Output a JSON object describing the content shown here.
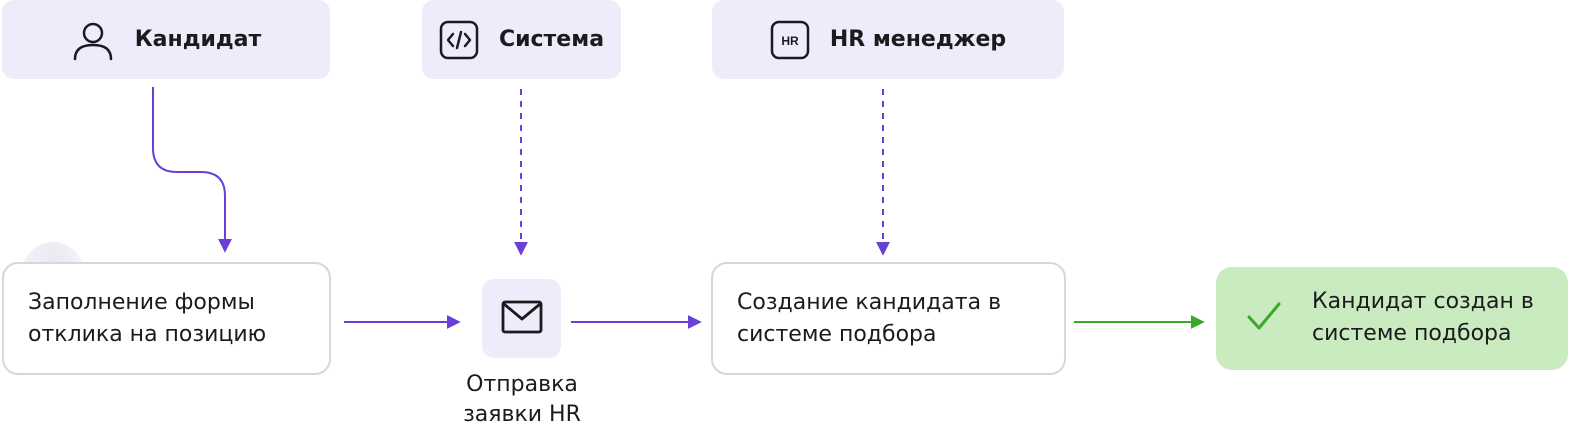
{
  "actors": {
    "candidate": {
      "label": "Кандидат",
      "icon": "user-icon"
    },
    "system": {
      "label": "Система",
      "icon": "code-icon"
    },
    "hr": {
      "label": "HR менеджер",
      "icon": "hr-badge-icon",
      "badge_text": "HR"
    }
  },
  "steps": {
    "fill_form": {
      "text": "Заполнение формы отклика на позицию"
    },
    "send_request": {
      "text": "Отправка заявки HR",
      "icon": "mail-icon"
    },
    "create_candidate": {
      "text": "Создание кандидата в системе подбора"
    }
  },
  "result": {
    "text": "Кандидат создан в системе подбора",
    "icon": "check-icon"
  },
  "colors": {
    "accent": "#6a3fd6",
    "actor_bg": "#efebfb",
    "success_bg": "#c9ebbf",
    "success": "#3aa82a",
    "border": "#d4d7df"
  }
}
